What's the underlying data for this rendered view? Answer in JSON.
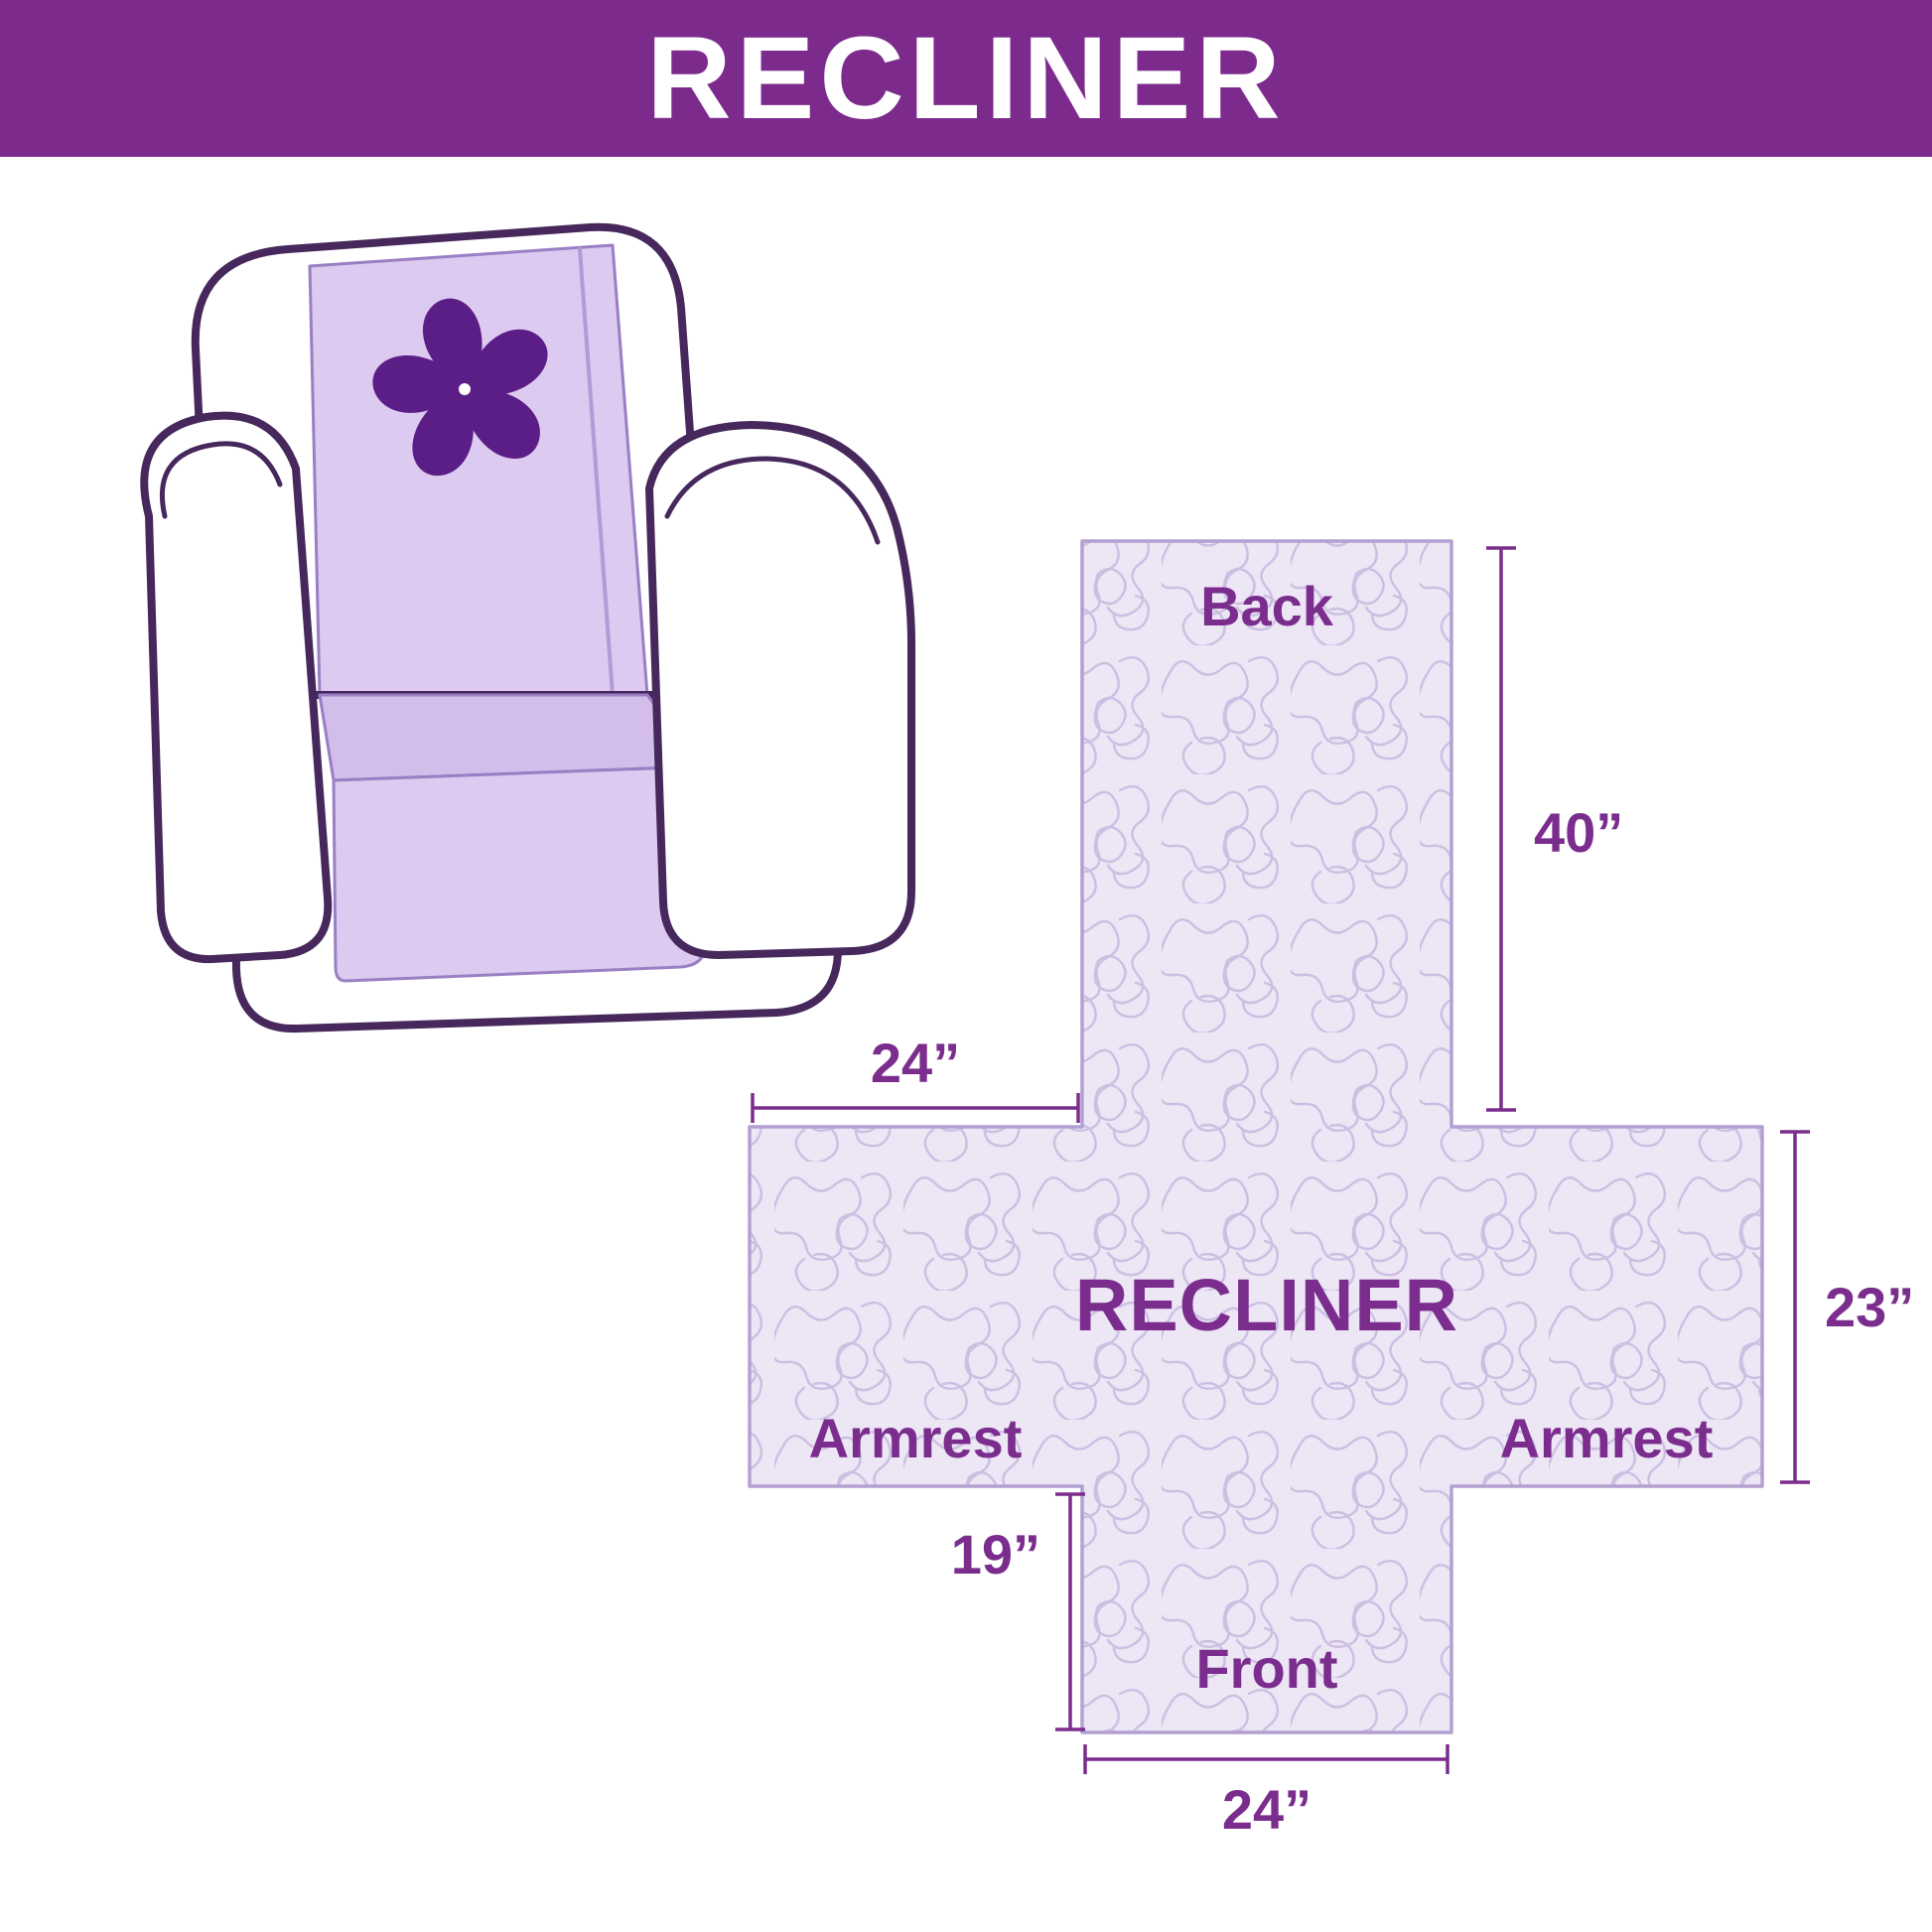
{
  "banner": {
    "title": "RECLINER"
  },
  "diagram": {
    "center_label": "RECLINER",
    "back_label": "Back",
    "front_label": "Front",
    "armrest_left_label": "Armrest",
    "armrest_right_label": "Armrest",
    "dims": {
      "back_height": "40”",
      "top_width": "24”",
      "side_height": "23”",
      "front_height": "19”",
      "front_width": "24”"
    }
  },
  "colors": {
    "banner_bg": "#7c2b8d",
    "label": "#7b2d8e",
    "chair_outline": "#46285c",
    "cover_lavender": "#dccaf0",
    "cover_flat_fill": "#ece6f5",
    "pattern_stroke": "#cdbfe2",
    "logo_purple": "#5b1d86"
  }
}
